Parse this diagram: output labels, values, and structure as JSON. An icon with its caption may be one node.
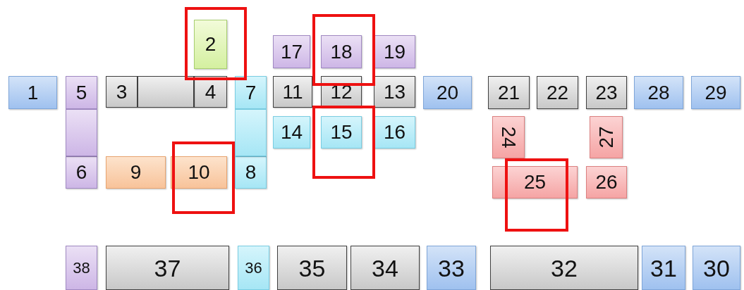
{
  "diagram": {
    "nodes": [
      {
        "text": [
          "1"
        ]
      },
      {
        "text": [
          "2"
        ]
      },
      {
        "text": [
          "3"
        ]
      },
      {
        "text": [
          "4"
        ]
      },
      {
        "text": [
          "5"
        ]
      },
      {
        "text": [
          "6"
        ]
      },
      {
        "text": [
          "7"
        ]
      },
      {
        "text": [
          "8"
        ]
      },
      {
        "text": [
          "9"
        ]
      },
      {
        "text": [
          "10"
        ]
      },
      {
        "text": [
          "11"
        ]
      },
      {
        "text": [
          "12"
        ]
      },
      {
        "text": [
          "13"
        ]
      },
      {
        "text": [
          "14"
        ]
      },
      {
        "text": [
          "15"
        ]
      },
      {
        "text": [
          "16"
        ]
      },
      {
        "text": [
          "17"
        ]
      },
      {
        "text": [
          "18"
        ]
      },
      {
        "text": [
          "19"
        ]
      },
      {
        "text": [
          "20"
        ]
      },
      {
        "text": [
          "21"
        ]
      },
      {
        "text": [
          "22"
        ]
      },
      {
        "text": [
          "23"
        ]
      },
      {
        "text": [
          "24"
        ]
      },
      {
        "text": [
          "25"
        ]
      },
      {
        "text": [
          "26"
        ]
      },
      {
        "text": [
          "27"
        ]
      },
      {
        "text": [
          "28"
        ]
      },
      {
        "text": [
          "29"
        ]
      },
      {
        "text": [
          "30"
        ]
      },
      {
        "text": [
          "31"
        ]
      },
      {
        "text": [
          "32"
        ]
      },
      {
        "text": [
          "33"
        ]
      },
      {
        "text": [
          "34"
        ]
      },
      {
        "text": [
          "35"
        ]
      },
      {
        "text": [
          "36"
        ]
      },
      {
        "text": [
          "37"
        ]
      },
      {
        "text": [
          "38"
        ]
      },
      {
        "text": [],
        "shape": "box"
      },
      {
        "text": [],
        "shape": "box"
      },
      {
        "text": [],
        "shape": "box"
      }
    ]
  }
}
